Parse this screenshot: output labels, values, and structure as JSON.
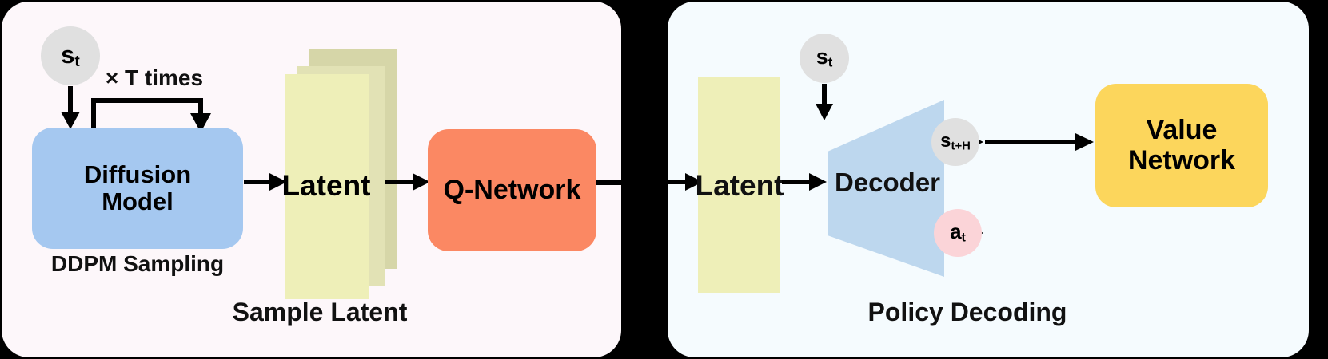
{
  "figure": {
    "type": "pipeline-diagram",
    "background_color": "#000000",
    "panels": [
      {
        "name": "Sample Latent",
        "caption": "Sample Latent",
        "background_color": "#fdf7fa"
      },
      {
        "name": "Policy Decoding",
        "caption": "Policy Decoding",
        "background_color": "#f5fbfe"
      }
    ]
  },
  "left_panel": {
    "caption": "Sample Latent",
    "state_node": {
      "label": "s",
      "subscript": "t",
      "color": "#e0e0e0"
    },
    "loop_label": "× T times",
    "diffusion": {
      "label_line1": "Diffusion",
      "label_line2": "Model",
      "color": "#a5c8f0"
    },
    "diffusion_caption": "DDPM Sampling",
    "latent": {
      "label": "Latent",
      "front_color": "#eeefb8",
      "mid_color": "#e2e2b5",
      "back_color": "#d6d6a8",
      "layers": 3
    },
    "q_network": {
      "label": "Q-Network",
      "color": "#fb8863"
    }
  },
  "right_panel": {
    "caption": "Policy Decoding",
    "latent": {
      "label": "Latent",
      "color": "#eeefb8"
    },
    "state_node": {
      "label": "s",
      "subscript": "t",
      "color": "#e0e0e0"
    },
    "decoder": {
      "label": "Decoder",
      "color": "#bdd7ee"
    },
    "next_state_node": {
      "label": "s",
      "subscript": "t+H",
      "color": "#e0e0e0"
    },
    "action_node": {
      "label": "a",
      "subscript": "t",
      "color": "#fbd4d8"
    },
    "value_network": {
      "label_line1": "Value",
      "label_line2": "Network",
      "color": "#fcd65c"
    }
  }
}
